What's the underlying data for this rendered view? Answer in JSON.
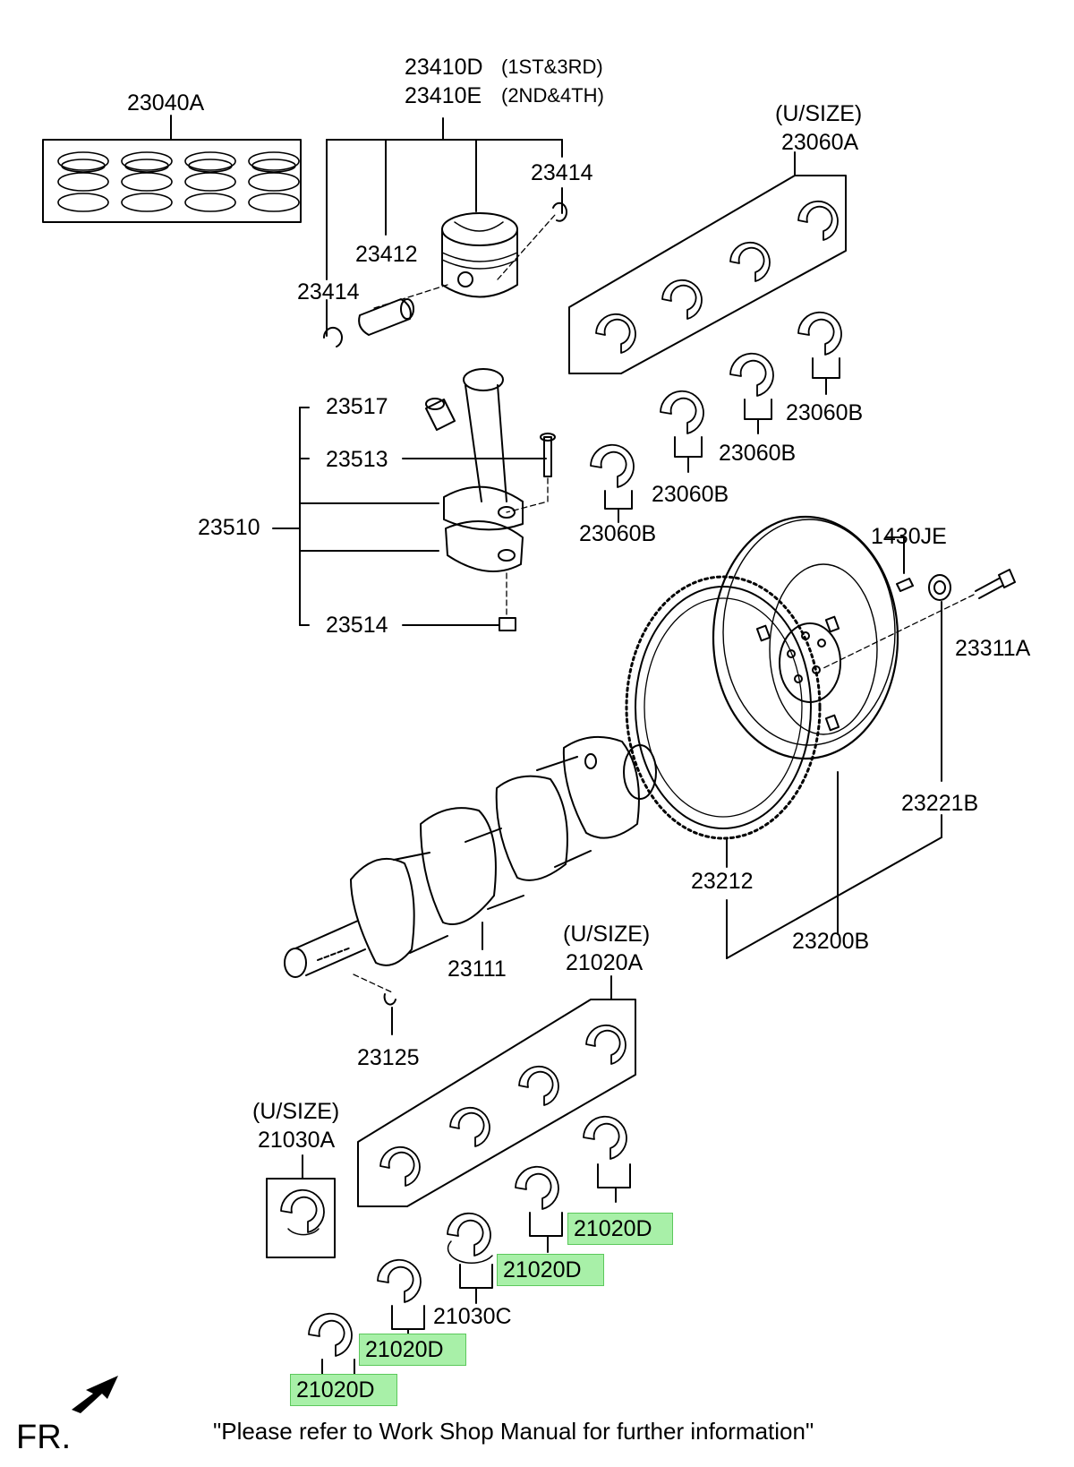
{
  "labels": {
    "rings": "23040A",
    "piston_d": "23410D",
    "piston_d_note": "(1ST&3RD)",
    "piston_e": "23410E",
    "piston_e_note": "(2ND&4TH)",
    "snap_ring_right": "23414",
    "pin": "23412",
    "snap_ring_left": "23414",
    "usize_top": "(U/SIZE)",
    "bearing_set_top": "23060A",
    "bearing_b1": "23060B",
    "bearing_b2": "23060B",
    "bearing_b3": "23060B",
    "bearing_b4": "23060B",
    "conrod_bushing": "23517",
    "conrod_bolt": "23513",
    "conrod_assy": "23510",
    "conrod_nut": "23514",
    "dowel": "1430JE",
    "flywheel_bolt": "23311A",
    "ring_gear_bolt": "23221B",
    "ring_gear": "23212",
    "crankshaft": "23111",
    "usize_mid": "(U/SIZE)",
    "main_bearing_set": "21020A",
    "flywheel_assy": "23200B",
    "key": "23125",
    "usize_left": "(U/SIZE)",
    "thrust_set": "21030A",
    "main_bearing_d1": "21020D",
    "main_bearing_d2": "21020D",
    "thrust_bearing": "21030C",
    "main_bearing_d3": "21020D",
    "main_bearing_d4": "21020D"
  },
  "footer": {
    "direction": "FR.",
    "note": "\"Please refer to Work Shop Manual for further information\""
  },
  "colors": {
    "highlight": "#a8f0a8",
    "highlight_border": "#5cc85c",
    "line": "#000000"
  }
}
